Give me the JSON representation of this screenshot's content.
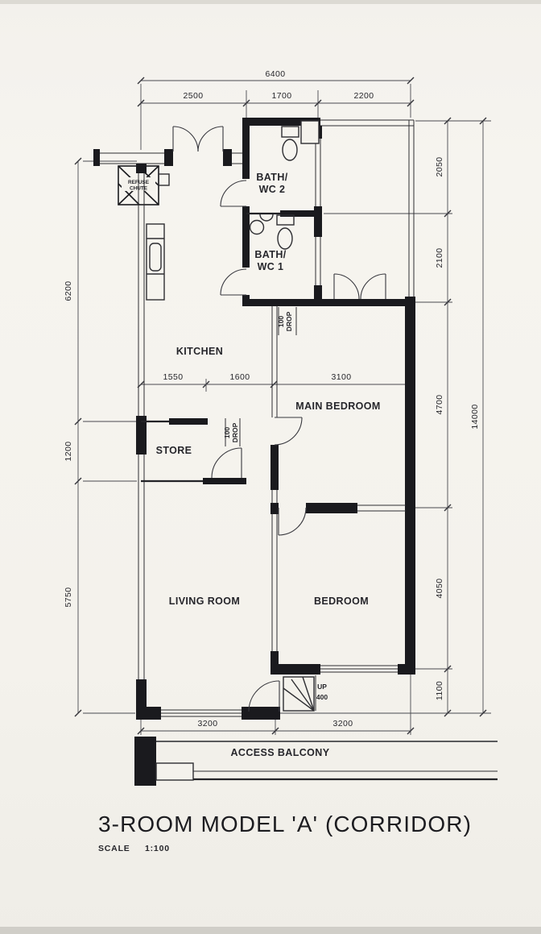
{
  "meta": {
    "title": "3-ROOM MODEL 'A' (CORRIDOR)",
    "scale_word": "SCALE",
    "scale_value": "1:100"
  },
  "rooms": {
    "bath_wc2": [
      "BATH/",
      "WC 2"
    ],
    "bath_wc1": [
      "BATH/",
      "WC 1"
    ],
    "kitchen": "KITCHEN",
    "store": "STORE",
    "main_bedroom": "MAIN BEDROOM",
    "bedroom": "BEDROOM",
    "living_room": "LIVING ROOM",
    "access_balcony": "ACCESS BALCONY"
  },
  "annotations": {
    "refuse_chute": [
      "REFUSE",
      "CHUTE"
    ],
    "drop_bath": [
      "100",
      "DROP"
    ],
    "drop_store": [
      "100",
      "DROP"
    ],
    "up_step": [
      "UP",
      "400"
    ]
  },
  "dimensions": {
    "top_overall": "6400",
    "top_segments": [
      "2500",
      "1700",
      "2200"
    ],
    "interior_segments": [
      "1550",
      "1600",
      "3100"
    ],
    "bottom_segments": [
      "3200",
      "3200"
    ],
    "left_segments": [
      "6200",
      "1200",
      "5750"
    ],
    "right_segments": [
      "2050",
      "2100",
      "4700",
      "4050",
      "1100"
    ],
    "right_overall": "14000"
  }
}
